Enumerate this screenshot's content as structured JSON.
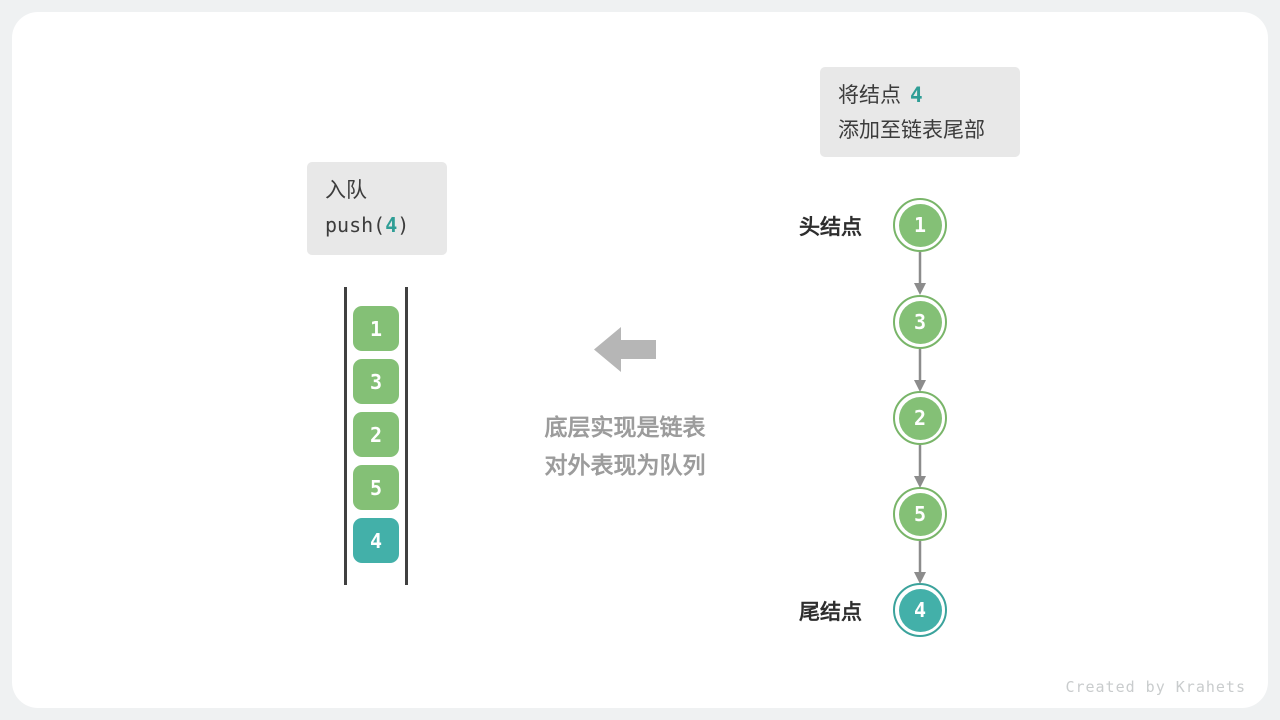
{
  "colors": {
    "page_bg": "#eff1f2",
    "card_bg": "#ffffff",
    "green": "#84c076",
    "green_ring": "#79b569",
    "teal": "#43b0a9",
    "teal_ring": "#3ba39c",
    "box_bg": "#e8e8e8",
    "text_dark": "#3c3c3c",
    "muted_text": "#9c9c9c",
    "arrow_gray": "#b6b6b6",
    "connector_gray": "#8c8c8c",
    "channel_line": "#404040",
    "credit_gray": "#c9cccd",
    "accent_teal_text": "#2f9e96"
  },
  "annotation": {
    "line1_prefix": "将结点",
    "line1_value": "4",
    "line2": "添加至链表尾部"
  },
  "operation": {
    "title": "入队",
    "code_prefix": "push(",
    "code_arg": "4",
    "code_suffix": ")"
  },
  "queue": {
    "items": [
      {
        "value": "1",
        "variant": "green"
      },
      {
        "value": "3",
        "variant": "green"
      },
      {
        "value": "2",
        "variant": "green"
      },
      {
        "value": "5",
        "variant": "green"
      },
      {
        "value": "4",
        "variant": "teal"
      }
    ]
  },
  "center_caption": {
    "line1": "底层实现是链表",
    "line2": "对外表现为队列"
  },
  "linked_list": {
    "head_label": "头结点",
    "tail_label": "尾结点",
    "nodes": [
      {
        "value": "1",
        "variant": "green"
      },
      {
        "value": "3",
        "variant": "green"
      },
      {
        "value": "2",
        "variant": "green"
      },
      {
        "value": "5",
        "variant": "green"
      },
      {
        "value": "4",
        "variant": "teal"
      }
    ]
  },
  "footer": {
    "credit": "Created by Krahets"
  }
}
